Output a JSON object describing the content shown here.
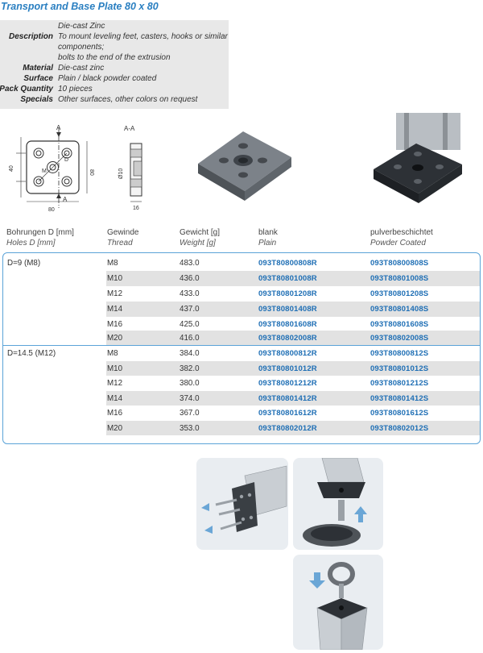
{
  "title": "Transport and Base Plate 80 x 80",
  "specs": [
    {
      "label": "",
      "value": "Die-cast Zinc"
    },
    {
      "label": "Description",
      "value": "To mount leveling feet, casters, hooks or similar"
    },
    {
      "label": "",
      "value": "components;"
    },
    {
      "label": "",
      "value": "bolts to the end of the extrusion"
    },
    {
      "label": "Material",
      "value": "Die-cast zinc"
    },
    {
      "label": "Surface",
      "value": "Plain / black powder coated"
    },
    {
      "label": "Pack Quantity",
      "value": "10 pieces"
    },
    {
      "label": "Specials",
      "value": "Other surfaces, other colors on request"
    }
  ],
  "drawing": {
    "section_a": "A",
    "section_aa": "A-A",
    "dim_80": "80",
    "dim_40": "40",
    "dim_d": "D",
    "dim_m": "M",
    "dim_16": "16",
    "dim_dia": "Ø10"
  },
  "table": {
    "headers": [
      {
        "de": "Bohrungen D [mm]",
        "en": "Holes D [mm]"
      },
      {
        "de": "Gewinde",
        "en": "Thread"
      },
      {
        "de": "Gewicht [g]",
        "en": "Weight [g]"
      },
      {
        "de": "blank",
        "en": "Plain"
      },
      {
        "de": "pulverbeschichtet",
        "en": "Powder Coated"
      }
    ],
    "groups": [
      {
        "label": "D=9 (M8)",
        "rows": [
          {
            "thread": "M8",
            "weight": "483.0",
            "plain": "093T80800808R",
            "coated": "093T80800808S"
          },
          {
            "thread": "M10",
            "weight": "436.0",
            "plain": "093T80801008R",
            "coated": "093T80801008S"
          },
          {
            "thread": "M12",
            "weight": "433.0",
            "plain": "093T80801208R",
            "coated": "093T80801208S"
          },
          {
            "thread": "M14",
            "weight": "437.0",
            "plain": "093T80801408R",
            "coated": "093T80801408S"
          },
          {
            "thread": "M16",
            "weight": "425.0",
            "plain": "093T80801608R",
            "coated": "093T80801608S"
          },
          {
            "thread": "M20",
            "weight": "416.0",
            "plain": "093T80802008R",
            "coated": "093T80802008S"
          }
        ]
      },
      {
        "label": "D=14.5 (M12)",
        "rows": [
          {
            "thread": "M8",
            "weight": "384.0",
            "plain": "093T80800812R",
            "coated": "093T80800812S"
          },
          {
            "thread": "M10",
            "weight": "382.0",
            "plain": "093T80801012R",
            "coated": "093T80801012S"
          },
          {
            "thread": "M12",
            "weight": "380.0",
            "plain": "093T80801212R",
            "coated": "093T80801212S"
          },
          {
            "thread": "M14",
            "weight": "374.0",
            "plain": "093T80801412R",
            "coated": "093T80801412S"
          },
          {
            "thread": "M16",
            "weight": "367.0",
            "plain": "093T80801612R",
            "coated": "093T80801612S"
          },
          {
            "thread": "M20",
            "weight": "353.0",
            "plain": "093T80802012R",
            "coated": "093T80802012S"
          }
        ]
      }
    ]
  },
  "colors": {
    "accent": "#2a7fc1",
    "code": "#1f6fb5",
    "shade": "#e2e2e2",
    "frame": "#5ba3d8"
  }
}
